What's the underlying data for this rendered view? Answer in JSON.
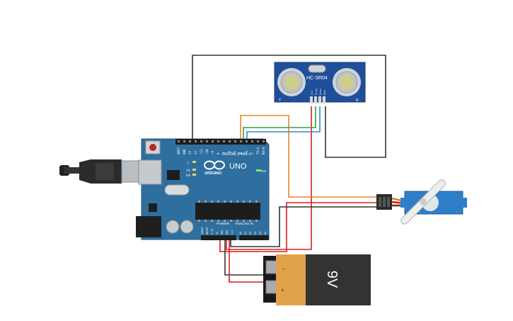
{
  "sensor": {
    "model_label": "HC-SR04",
    "left_mark": "T",
    "right_mark": "R",
    "pin_labels": [
      "Vcc",
      "Trig",
      "Echo",
      "Gnd"
    ]
  },
  "arduino": {
    "digital_label": "DIGITAL (PWM~)",
    "brand_label": "ARDUINO",
    "model_label": "UNO",
    "on_label": "ON",
    "power_label": "POWER",
    "analog_label": "ANALOG IN",
    "led_labels": [
      "L",
      "TX",
      "RX"
    ],
    "top_pin_labels": [
      "AREF",
      "GND",
      "13",
      "12",
      "~11",
      "~10",
      "~9",
      "8",
      "7",
      "~6",
      "~5",
      "4",
      "~3",
      "2",
      "TX→1",
      "RX←0"
    ],
    "bottom_power_labels": [
      "IOREF",
      "RESET",
      "3.3V",
      "5V",
      "GND",
      "GND",
      "Vin"
    ],
    "bottom_analog_labels": [
      "A0",
      "A1",
      "A2",
      "A3",
      "A4",
      "A5"
    ]
  },
  "battery": {
    "voltage_label": "9V",
    "minus_label": "−",
    "plus_label": "+"
  },
  "colors": {
    "board": "#2f6fa0",
    "sensor_board": "#1f4f9a",
    "battery_body": "#333333",
    "battery_label": "#e2a24a",
    "servo": "#2e7fc9",
    "wire_red": "#d42020",
    "wire_black": "#333333",
    "wire_orange": "#e0892a",
    "wire_green": "#3aa03a",
    "wire_blue": "#2a8fd0"
  }
}
